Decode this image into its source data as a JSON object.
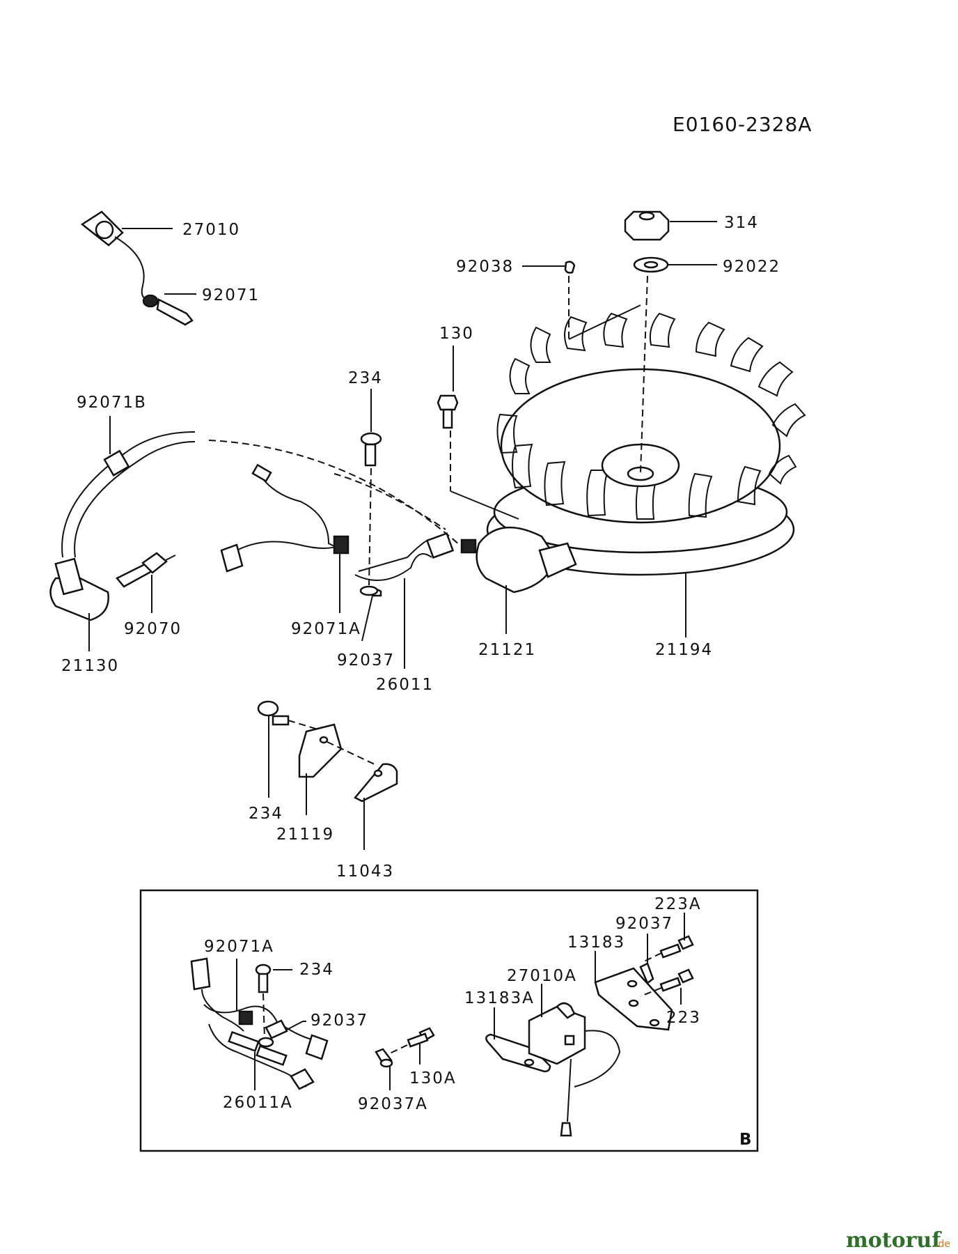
{
  "drawing_code": "E0160-2328A",
  "labels": {
    "p27010": "27010",
    "p92071": "92071",
    "p92071b": "92071B",
    "p21130": "21130",
    "p92070": "92070",
    "p234_top": "234",
    "p92071a": "92071A",
    "p92037": "92037",
    "p26011": "26011",
    "p130": "130",
    "p21121": "21121",
    "p92038": "92038",
    "p314": "314",
    "p92022": "92022",
    "p21194": "21194",
    "p234_mid": "234",
    "p21119": "21119",
    "p11043": "11043",
    "b92071a": "92071A",
    "b234": "234",
    "b92037": "92037",
    "b26011a": "26011A",
    "b130a": "130A",
    "b92037a": "92037A",
    "b13183a": "13183A",
    "b27010a": "27010A",
    "b13183": "13183",
    "b92037b": "92037",
    "b223a": "223A",
    "b223": "223"
  },
  "inset_letter": "B",
  "watermark": {
    "name": "motoruf",
    "suffix": ".de"
  }
}
